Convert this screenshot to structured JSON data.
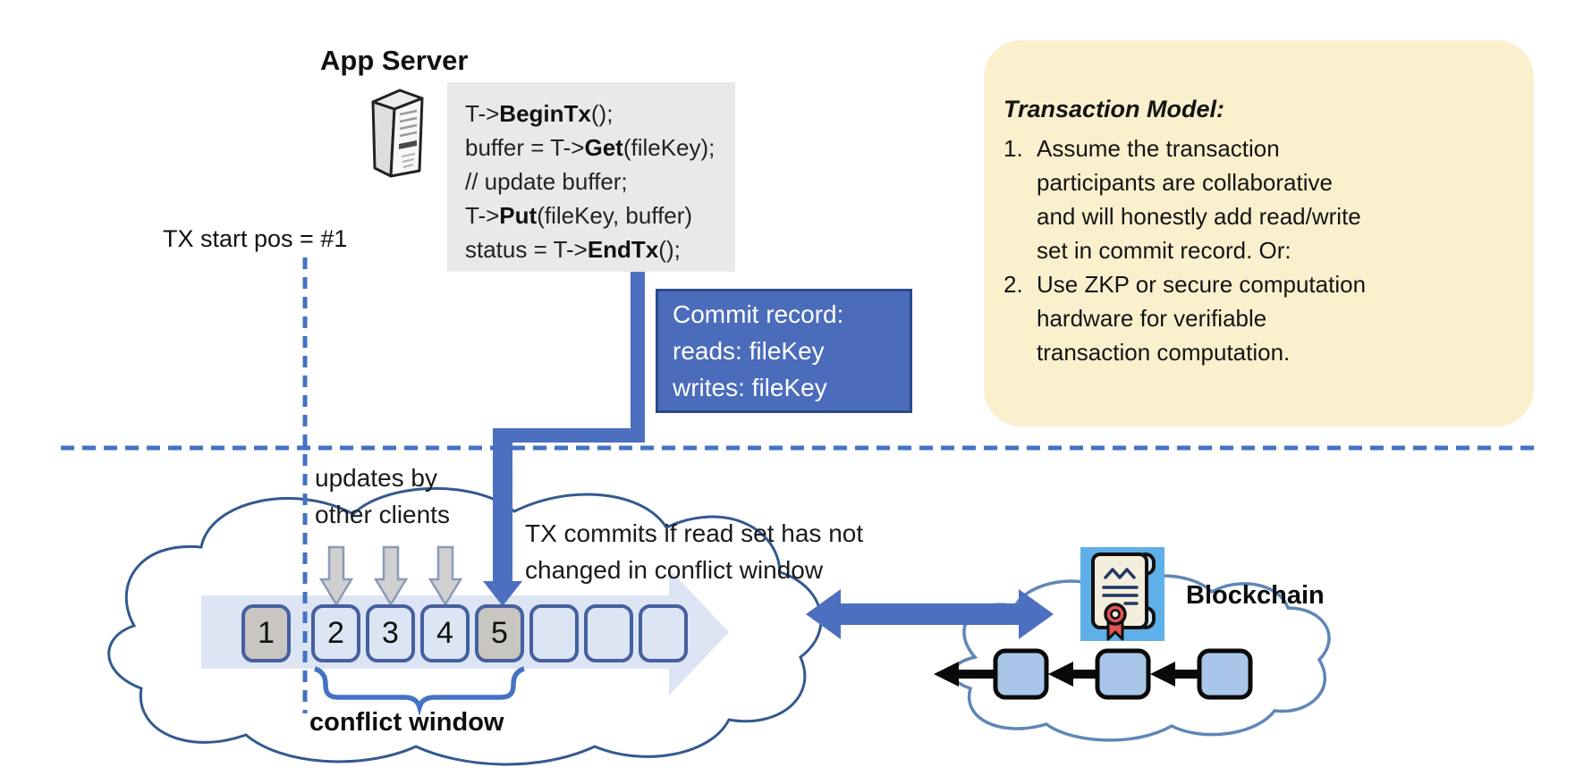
{
  "app_server": {
    "label": "App Server"
  },
  "code_block": {
    "lines": [
      {
        "pre": "T->",
        "bold": "BeginTx",
        "post": "();"
      },
      {
        "pre": "buffer = T->",
        "bold": "Get",
        "post": "(fileKey);"
      },
      {
        "pre": "// update buffer;",
        "bold": "",
        "post": ""
      },
      {
        "pre": "T->",
        "bold": "Put",
        "post": "(fileKey, buffer)"
      },
      {
        "pre": "status = T->",
        "bold": "EndTx",
        "post": "();"
      }
    ]
  },
  "tx_start": {
    "label": "TX start pos = #1"
  },
  "commit_record": {
    "lines": [
      "Commit record:",
      "reads: fileKey",
      "writes: fileKey"
    ]
  },
  "transaction_model": {
    "title": "Transaction Model:",
    "items": [
      {
        "number": "1.",
        "lines": [
          "Assume the transaction",
          "participants are collaborative",
          "and will honestly add read/write",
          "set in commit record.  Or:"
        ]
      },
      {
        "number": "2.",
        "lines": [
          "Use ZKP or secure computation",
          "hardware for verifiable",
          "transaction computation."
        ]
      }
    ]
  },
  "updates_label": {
    "line1": "updates by",
    "line2": "other clients"
  },
  "tx_commits_label": {
    "line1": "TX commits if read set has not",
    "line2": "changed in conflict window"
  },
  "conflict_window": {
    "label": "conflict window"
  },
  "blockchain": {
    "label": "Blockchain"
  },
  "timeline": {
    "squares": [
      {
        "label": "1",
        "state": "gray"
      },
      {
        "label": "2",
        "state": "blue"
      },
      {
        "label": "3",
        "state": "blue"
      },
      {
        "label": "4",
        "state": "blue"
      },
      {
        "label": "5",
        "state": "gray"
      },
      {
        "label": "",
        "state": "blue"
      },
      {
        "label": "",
        "state": "blue"
      },
      {
        "label": "",
        "state": "blue"
      }
    ]
  },
  "colors": {
    "accent_blue": "#4472C4",
    "arrow_blue": "#4d6fc0",
    "commit_box_bg": "#4b6cba",
    "commit_box_border": "#2d4a8a",
    "code_box_bg": "#e9e9e9",
    "note_bg": "#fbf0cd",
    "square_border": "#44609f",
    "square_blue_fill": "#dbe5f3",
    "square_gray_fill": "#c9c5c0",
    "band_fill": "#dbe4f4",
    "chain_block_fill": "#a9c6e8",
    "cloud_stroke_left": "#33598f",
    "cloud_stroke_right": "#5e87b7",
    "certificate_bg": "#5fb0e8",
    "seal_red": "#e25454"
  }
}
